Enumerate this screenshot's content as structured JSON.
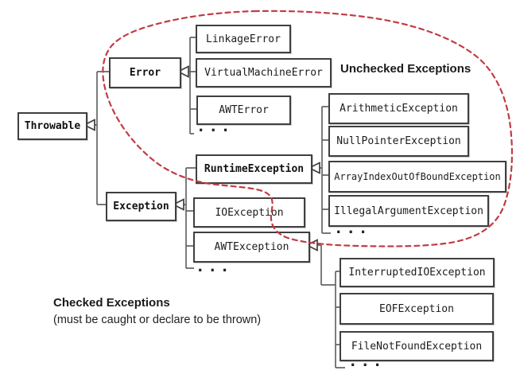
{
  "diagram": {
    "nodes": {
      "throwable": "Throwable",
      "error": "Error",
      "exception": "Exception",
      "linkage_error": "LinkageError",
      "virtual_machine_error": "VirtualMachineError",
      "awt_error": "AWTError",
      "runtime_exception": "RuntimeException",
      "io_exception": "IOException",
      "awt_exception": "AWTException",
      "arithmetic_exception": "ArithmeticException",
      "null_pointer_exception": "NullPointerException",
      "array_index_out_of_bound_exception": "ArrayIndexOutOfBoundException",
      "illegal_argument_exception": "IllegalArgumentException",
      "interrupted_io_exception": "InterruptedIOException",
      "eof_exception": "EOFException",
      "file_not_found_exception": "FileNotFoundException"
    },
    "ellipsis": "...",
    "annotations": {
      "unchecked_title": "Unchecked Exceptions",
      "checked_title": "Checked Exceptions",
      "checked_note": "(must be caught or declare to be thrown)"
    },
    "colors": {
      "dashed_highlight": "#c23b46",
      "box_border": "#3f3f3f",
      "connector": "#666666",
      "text": "#1c1c1c"
    }
  }
}
